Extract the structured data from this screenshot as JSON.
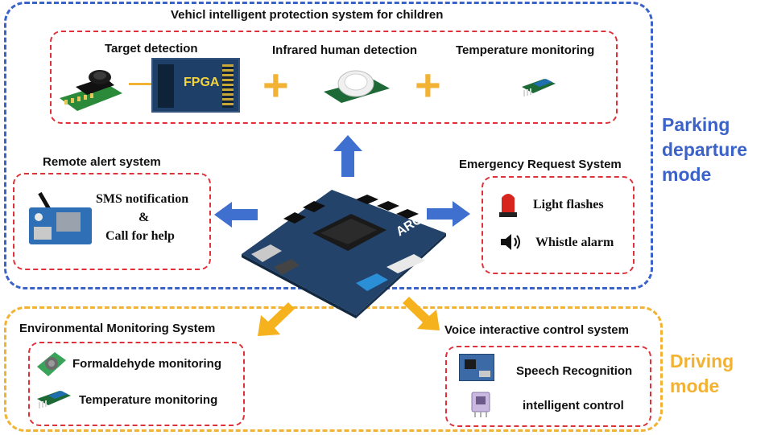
{
  "diagram": {
    "top_title": "Vehicl intelligent protection system for children",
    "parking_mode": [
      "Parking",
      "departure",
      "mode"
    ],
    "driving_mode": [
      "Driving",
      "mode"
    ],
    "target_detection": "Target detection",
    "fpga_label": "FPGA",
    "infrared_detection": "Infrared human detection",
    "temperature_monitoring_top": "Temperature monitoring",
    "remote_alert_title": "Remote alert system",
    "sms_notification": "SMS notification",
    "ampersand": "&",
    "call_for_help": "Call for help",
    "emergency_title": "Emergency Request System",
    "light_flashes": "Light flashes",
    "whistle_alarm": "Whistle alarm",
    "env_title": "Environmental Monitoring System",
    "formaldehyde": "Formaldehyde monitoring",
    "temperature_monitoring_bottom": "Temperature monitoring",
    "voice_title": "Voice interactive control system",
    "speech_recognition": "Speech Recognition",
    "intelligent_control": "intelligent control",
    "board_label": "ARC",
    "plus_sign": "+"
  },
  "colors": {
    "blue": "#3a62c8",
    "orange": "#f2b233",
    "red": "#e0313a",
    "arrow_blue": "#3f6fcf",
    "arrow_orange": "#f5b21c"
  },
  "icons": [
    "fpga-board-icon",
    "camera-module-icon",
    "pir-sensor-icon",
    "temperature-sensor-icon",
    "gsm-module-icon",
    "warning-light-icon",
    "speaker-icon",
    "formaldehyde-sensor-icon",
    "speech-module-icon",
    "relay-icon",
    "arc-board-icon"
  ]
}
